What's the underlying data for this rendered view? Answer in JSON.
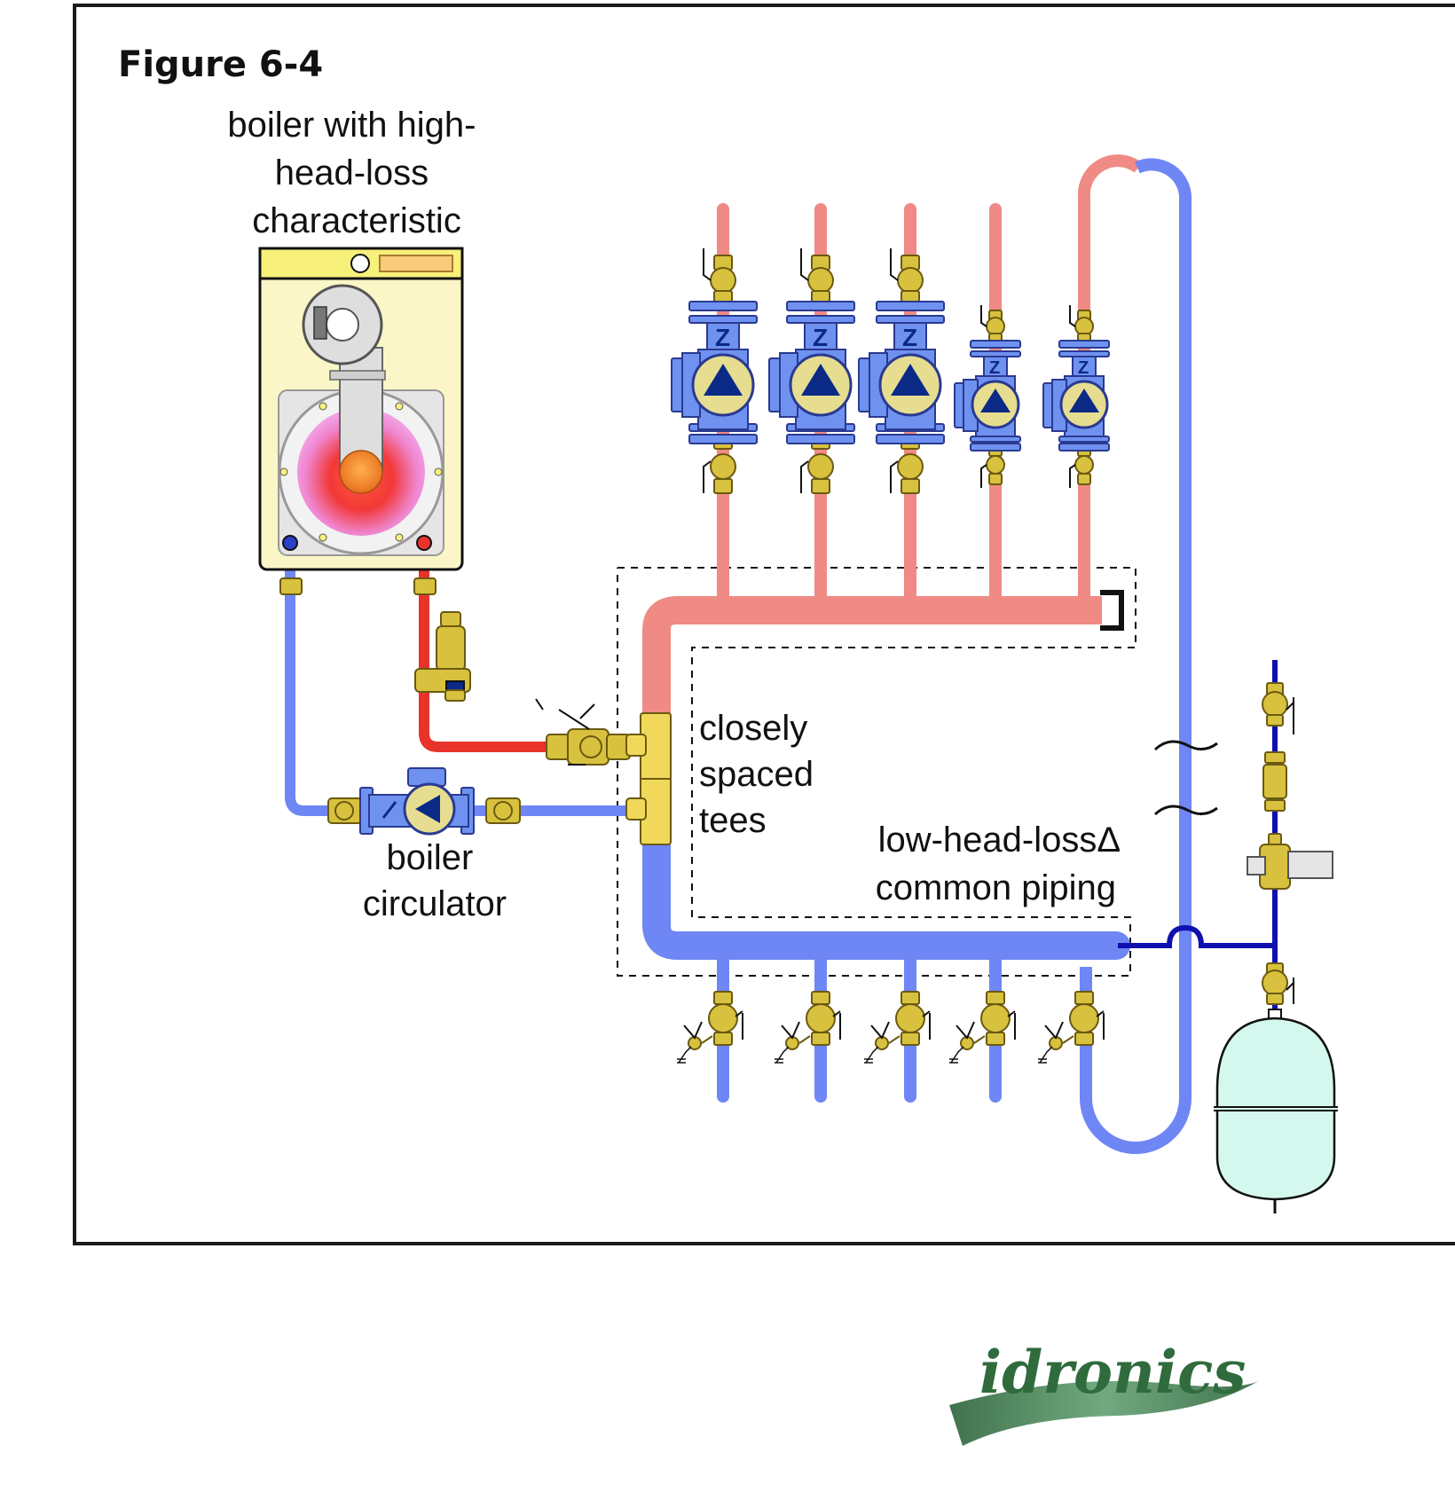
{
  "figure_title": "Figure 6-4",
  "labels": {
    "boiler": [
      "boiler with high-",
      "head-loss",
      "characteristic"
    ],
    "circulator": [
      "boiler",
      "circulator"
    ],
    "tees": [
      "closely",
      "spaced",
      "tees"
    ],
    "common_piping": [
      "low-head-lossΔ",
      "common piping"
    ]
  },
  "logo": "idronics",
  "colors": {
    "supply": "#f08a84",
    "supply_boiler": "#e8332a",
    "return": "#6f86f5",
    "cold_water": "#1010b0",
    "brass": "#d8c13e",
    "circulator_body": "#6f92f0",
    "circulator_dial": "#e6dd90",
    "circulator_arrow": "#0b2a86",
    "boiler_body": "#fbf6c8",
    "boiler_top": "#f7f07a",
    "tank": "#d4f8ee",
    "frame": "#1a1a1a"
  },
  "components": {
    "zone_circulators": 5,
    "drain_valves": 5
  }
}
